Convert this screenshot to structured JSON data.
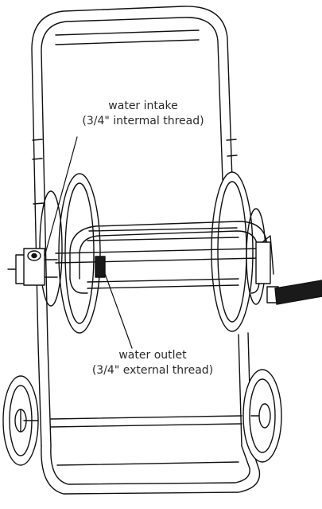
{
  "callouts": {
    "intake": {
      "name": "water intake",
      "spec": "(3/4\" intermal thread)"
    },
    "outlet": {
      "name": "water outlet",
      "spec": "(3/4\" external thread)"
    }
  },
  "colors": {
    "line": "#111111",
    "fill": "#ffffff",
    "hose": "#1a1a1a",
    "label": "#2b2b2b"
  }
}
